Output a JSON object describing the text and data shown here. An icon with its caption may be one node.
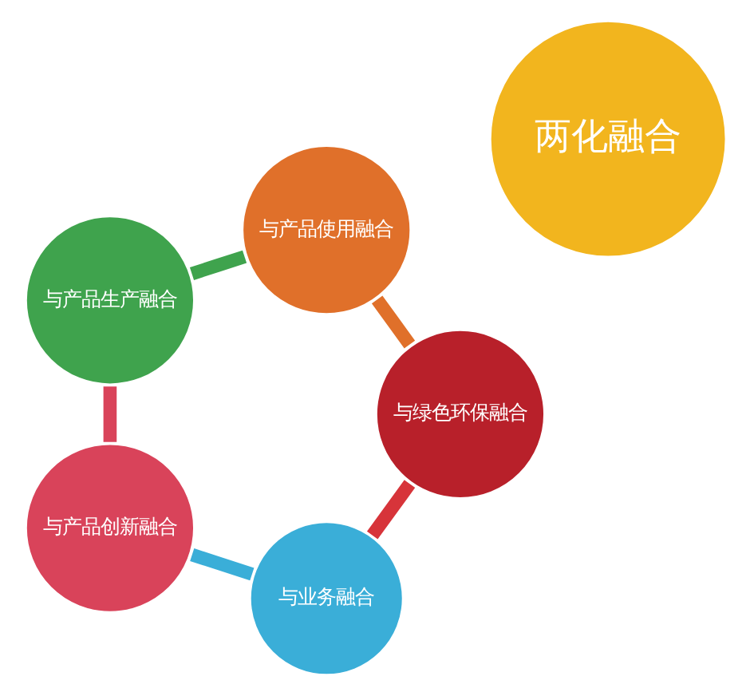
{
  "diagram": {
    "nodes": [
      {
        "text": [
          "与业务融合"
        ]
      },
      {
        "text": [
          "与绿色环保融合"
        ]
      },
      {
        "text": [
          "两化融合"
        ]
      },
      {
        "text": [
          "与产品创新融合"
        ]
      },
      {
        "text": [
          "与产品使用融合"
        ]
      },
      {
        "text": [
          "与产品生产融合"
        ]
      }
    ],
    "edges": [
      {
        "from": 1,
        "to": 0,
        "arrow": "none",
        "color": "#d7343a"
      },
      {
        "from": 0,
        "to": 3,
        "arrow": "none",
        "color": "#3aaed8"
      },
      {
        "from": 3,
        "to": 5,
        "arrow": "none",
        "color": "#d9435a"
      },
      {
        "from": 5,
        "to": 4,
        "arrow": "none",
        "color": "#3fa34d"
      },
      {
        "from": 4,
        "to": 1,
        "arrow": "none",
        "color": "#e0702a"
      }
    ]
  }
}
